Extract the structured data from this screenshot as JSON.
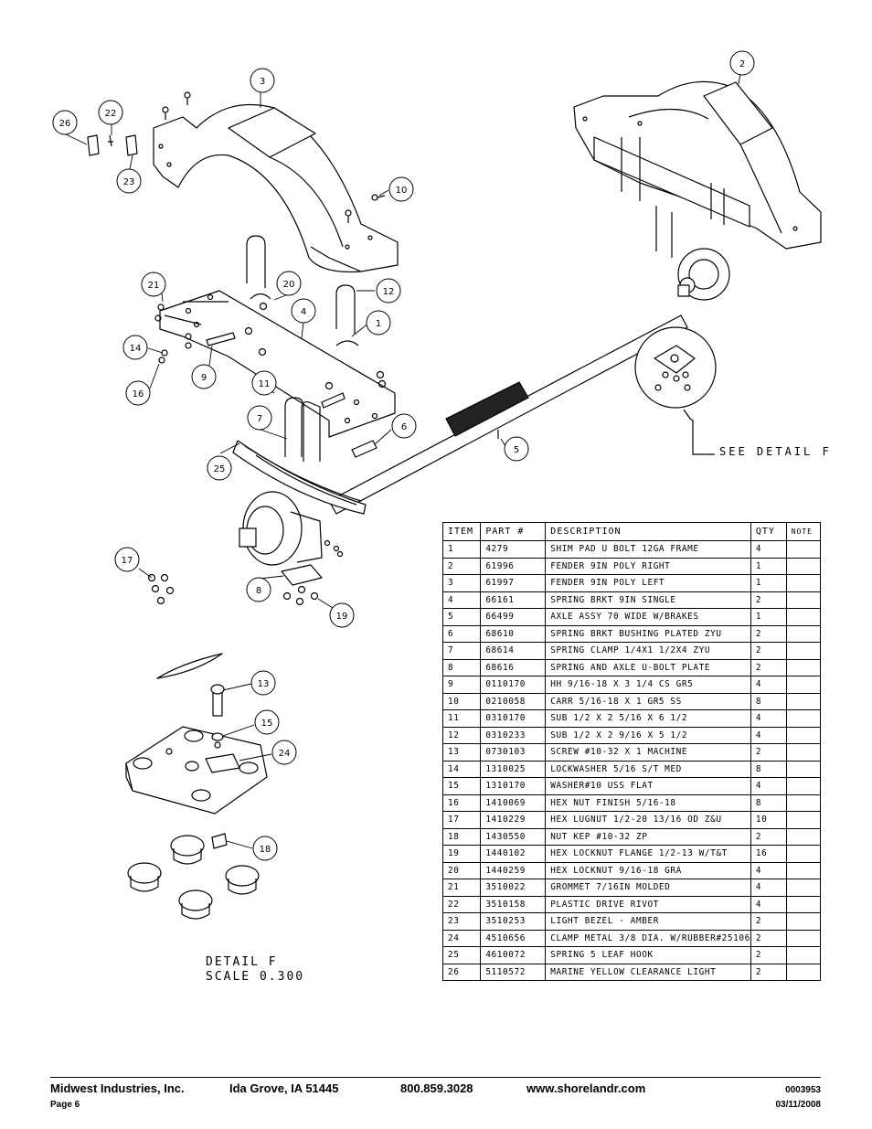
{
  "callouts": [
    "1",
    "2",
    "3",
    "4",
    "5",
    "6",
    "7",
    "8",
    "9",
    "10",
    "11",
    "12",
    "13",
    "14",
    "15",
    "16",
    "17",
    "18",
    "19",
    "20",
    "21",
    "22",
    "23",
    "24",
    "25",
    "26"
  ],
  "see_detail": "SEE DETAIL  F",
  "detail": {
    "line1": "DETAIL  F",
    "line2": "SCALE  0.300"
  },
  "table": {
    "headers": {
      "item": "ITEM",
      "part": "PART #",
      "description": "DESCRIPTION",
      "qty": "QTY",
      "note": "NOTE"
    },
    "rows": [
      {
        "item": "1",
        "part": "4279",
        "description": "SHIM PAD   U BOLT 12GA FRAME",
        "qty": "4",
        "note": ""
      },
      {
        "item": "2",
        "part": "61996",
        "description": "FENDER  9IN POLY RIGHT",
        "qty": "1",
        "note": ""
      },
      {
        "item": "3",
        "part": "61997",
        "description": "FENDER  9IN POLY LEFT",
        "qty": "1",
        "note": ""
      },
      {
        "item": "4",
        "part": "66161",
        "description": "SPRING BRKT    9IN SINGLE",
        "qty": "2",
        "note": ""
      },
      {
        "item": "5",
        "part": "66499",
        "description": "AXLE ASSY 70 WIDE W/BRAKES",
        "qty": "1",
        "note": ""
      },
      {
        "item": "6",
        "part": "68610",
        "description": "SPRING BRKT BUSHING PLATED ZYU",
        "qty": "2",
        "note": ""
      },
      {
        "item": "7",
        "part": "68614",
        "description": "SPRING CLAMP   1/4X1 1/2X4  ZYU",
        "qty": "2",
        "note": ""
      },
      {
        "item": "8",
        "part": "68616",
        "description": "SPRING AND AXLE U-BOLT PLATE",
        "qty": "2",
        "note": ""
      },
      {
        "item": "9",
        "part": "0110170",
        "description": "HH 9/16-18 X 3 1/4 CS GR5",
        "qty": "4",
        "note": ""
      },
      {
        "item": "10",
        "part": "0210058",
        "description": "CARR 5/16-18 X 1 GR5 SS",
        "qty": "8",
        "note": ""
      },
      {
        "item": "11",
        "part": "0310170",
        "description": "SUB 1/2 X 2 5/16 X 6 1/2",
        "qty": "4",
        "note": ""
      },
      {
        "item": "12",
        "part": "0310233",
        "description": "SUB 1/2 X 2 9/16 X 5 1/2",
        "qty": "4",
        "note": ""
      },
      {
        "item": "13",
        "part": "0730103",
        "description": "SCREW #10-32 X 1 MACHINE",
        "qty": "2",
        "note": ""
      },
      {
        "item": "14",
        "part": "1310025",
        "description": "LOCKWASHER 5/16 S/T MED",
        "qty": "8",
        "note": ""
      },
      {
        "item": "15",
        "part": "1310170",
        "description": "WASHER#10 USS FLAT",
        "qty": "4",
        "note": ""
      },
      {
        "item": "16",
        "part": "1410069",
        "description": "HEX NUT FINISH 5/16-18",
        "qty": "8",
        "note": ""
      },
      {
        "item": "17",
        "part": "1410229",
        "description": "HEX LUGNUT 1/2-20 13/16 OD Z&U",
        "qty": "10",
        "note": ""
      },
      {
        "item": "18",
        "part": "1430550",
        "description": "NUT KEP #10-32 ZP",
        "qty": "2",
        "note": ""
      },
      {
        "item": "19",
        "part": "1440102",
        "description": "HEX LOCKNUT FLANGE 1/2-13 W/T&T",
        "qty": "16",
        "note": ""
      },
      {
        "item": "20",
        "part": "1440259",
        "description": "HEX LOCKNUT 9/16-18 GRA",
        "qty": "4",
        "note": ""
      },
      {
        "item": "21",
        "part": "3510022",
        "description": "GROMMET  7/16IN MOLDED",
        "qty": "4",
        "note": ""
      },
      {
        "item": "22",
        "part": "3510158",
        "description": "PLASTIC DRIVE RIVOT",
        "qty": "4",
        "note": ""
      },
      {
        "item": "23",
        "part": "3510253",
        "description": "LIGHT BEZEL - AMBER",
        "qty": "2",
        "note": ""
      },
      {
        "item": "24",
        "part": "4510656",
        "description": "CLAMP METAL 3/8 DIA. W/RUBBER#25106",
        "qty": "2",
        "note": ""
      },
      {
        "item": "25",
        "part": "4610072",
        "description": "SPRING  5 LEAF HOOK",
        "qty": "2",
        "note": ""
      },
      {
        "item": "26",
        "part": "5110572",
        "description": "MARINE YELLOW CLEARANCE LIGHT",
        "qty": "2",
        "note": ""
      }
    ]
  },
  "footer": {
    "company": "Midwest Industries, Inc.",
    "city": "Ida Grove, IA  51445",
    "phone": "800.859.3028",
    "website": "www.shorelandr.com",
    "page": "Page 6",
    "doc_number": "0003953",
    "date": "03/11/2008"
  }
}
